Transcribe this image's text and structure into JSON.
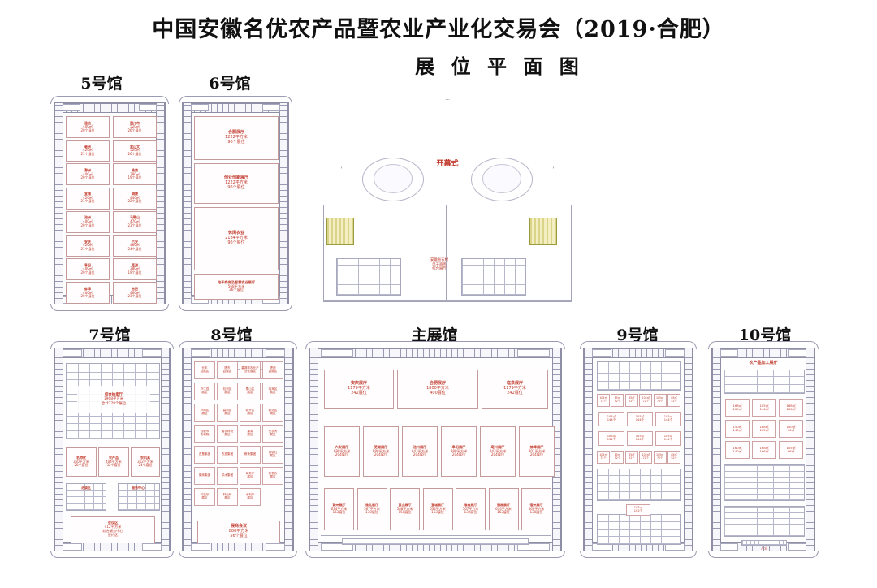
{
  "title": {
    "main": "中国安徽名优农产品暨农业产业化交易会（2019·合肥）",
    "sub": "展 位 平 面 图"
  },
  "colors": {
    "red": "#c0392b",
    "line": "#a9a9bd",
    "roomBorder": "#c49a9a",
    "yellow": "#d9d48a",
    "ink": "#111111"
  },
  "halls": {
    "h5": {
      "caption": "5号馆"
    },
    "h6": {
      "caption": "6号馆"
    },
    "h7": {
      "caption": "7号馆"
    },
    "h8": {
      "caption": "8号馆"
    },
    "main": {
      "caption": "主展馆"
    },
    "h9": {
      "caption": "9号馆"
    },
    "h10": {
      "caption": "10号馆"
    }
  },
  "pavilion": {
    "label": "开幕式"
  },
  "center_note": {
    "lines": "安徽省农村\n电子商务\n综合展厅"
  },
  "hall5_booths": [
    {
      "nm": "淮北",
      "ar": "400㎡",
      "bo": "20个展位"
    },
    {
      "nm": "宿州市",
      "ar": "520㎡",
      "bo": "26个展位"
    },
    {
      "nm": "亳州",
      "ar": "420㎡",
      "bo": "21个展位"
    },
    {
      "nm": "黄山文",
      "ar": "520㎡",
      "bo": "26个展位"
    },
    {
      "nm": "滁州",
      "ar": "400㎡",
      "bo": "20个展位"
    },
    {
      "nm": "淮南",
      "ar": "380㎡",
      "bo": "19个展位"
    },
    {
      "nm": "宣城",
      "ar": "420㎡",
      "bo": "21个展位"
    },
    {
      "nm": "铜陵",
      "ar": "440㎡",
      "bo": "22个展位"
    },
    {
      "nm": "池州",
      "ar": "400㎡",
      "bo": "20个展位"
    },
    {
      "nm": "马鞍山",
      "ar": "470㎡",
      "bo": "23个展位"
    },
    {
      "nm": "安庆",
      "ar": "420㎡",
      "bo": "21个展位"
    },
    {
      "nm": "六安",
      "ar": "480㎡",
      "bo": "24个展位"
    },
    {
      "nm": "阜阳",
      "ar": "400㎡",
      "bo": "20个展位"
    },
    {
      "nm": "芜湖",
      "ar": "380㎡",
      "bo": "19个展位"
    },
    {
      "nm": "蚌埠",
      "ar": "400㎡",
      "bo": "20个展位"
    },
    {
      "nm": "合肥",
      "ar": "460㎡",
      "bo": "23个展位"
    }
  ],
  "hall6_rooms": [
    {
      "nm": "合肥展厅",
      "ar": "1222平方米",
      "bo": "96个展位"
    },
    {
      "nm": "创业创新展厅",
      "ar": "1222平方米",
      "bo": "96个展位"
    },
    {
      "nm": "休闲农业",
      "ar": "2184平方米",
      "bo": "96个展位"
    },
    {
      "nm": "电子商务及智慧农业展厅",
      "ar": "568平方米",
      "bo": "36个展位"
    }
  ],
  "hall7": {
    "top_room": {
      "nm": "综合拍卖厅",
      "ar": "1968平方米",
      "bo": "合计278个展位"
    },
    "mid_rooms": [
      {
        "nm": "名特优",
        "ar": "360平方米",
        "bo": "28个展位"
      },
      {
        "nm": "农产品",
        "ar": "404平方米",
        "bo": "32个展位"
      },
      {
        "nm": "农机具",
        "ar": "312平方米",
        "bo": "24个展位"
      }
    ],
    "low_rooms": [
      {
        "nm": "洽谈区"
      },
      {
        "nm": "服务中心"
      }
    ],
    "bottom_room": {
      "nm": "会议区",
      "ar": "412平方米",
      "bo": "综合服务中心\n签约区"
    }
  },
  "hall8": {
    "bottom_room": {
      "nm": "展商会议",
      "ar": "888平方米",
      "bo": "56个展位"
    },
    "booths": [
      "长丰\n县展区",
      "肥东\n县展区",
      "巢湖市农业产业化展区",
      "肥西\n县展区",
      "庐江县\n展区",
      "包河区\n展区",
      "蜀山区\n展区",
      "瑶海区\n展区",
      "庐阳区\n展区",
      "高新区\n展区",
      "经开区\n展区",
      "新站区\n展区",
      "合肥市\n农科院",
      "省农科院\n展区",
      "巢湖\n展区",
      "安农大\n展区",
      "农垦集团",
      "农投集团",
      "粮食集团",
      "供销社\n展区",
      "徽商集团",
      "供水集团",
      "商务厅\n展区",
      "扶贫办\n展区",
      "科技厅\n展区",
      "林业局\n展区",
      "水利厅\n展区"
    ]
  },
  "main_hall": {
    "row_top": [
      {
        "nm": "安庆展厅",
        "ar": "1179平方米",
        "bo": "242展位"
      },
      {
        "nm": "合肥展厅",
        "ar": "1800平方米",
        "bo": "400展位"
      },
      {
        "nm": "临泉展厅",
        "ar": "1179平方米",
        "bo": "242展位"
      }
    ],
    "row_mid": [
      {
        "nm": "六安展厅",
        "ar": "888平方米",
        "bo": "204展位"
      },
      {
        "nm": "芜湖展厅",
        "ar": "888平方米",
        "bo": "204展位"
      },
      {
        "nm": "池州展厅",
        "ar": "843平方米",
        "bo": "204展位"
      },
      {
        "nm": "阜阳展厅",
        "ar": "888平方米",
        "bo": "204展位"
      },
      {
        "nm": "亳州展厅",
        "ar": "843平方米",
        "bo": "204展位"
      },
      {
        "nm": "蚌埠展厅",
        "ar": "801平方米",
        "bo": "204展位"
      }
    ],
    "row_bot": [
      {
        "nm": "滁州展厅",
        "ar": "634平方米",
        "bo": "163展位"
      },
      {
        "nm": "淮北展厅",
        "ar": "567平方米",
        "bo": "130展位"
      },
      {
        "nm": "黄山展厅",
        "ar": "588平方米",
        "bo": "150展位"
      },
      {
        "nm": "宣城展厅",
        "ar": "634平方米",
        "bo": "163展位"
      },
      {
        "nm": "淮南展厅",
        "ar": "567平方米",
        "bo": "132展位"
      },
      {
        "nm": "铜陵展厅",
        "ar": "634平方米",
        "bo": "163展位"
      },
      {
        "nm": "宿州展厅",
        "ar": "560平方米",
        "bo": "130展位"
      }
    ]
  },
  "hall9": {
    "rows": [
      [
        "105㎡\n72个",
        "85㎡\n52个",
        "85㎡\n52个",
        "105㎡\n72个",
        "105㎡\n72个",
        "85㎡\n52个"
      ],
      [
        "105㎡\n144个",
        "105㎡\n144个",
        "105㎡\n144个"
      ],
      [
        "105㎡\n132个",
        "105㎡\n144个",
        "105㎡\n144个"
      ],
      [
        "105㎡\n72个",
        "85㎡\n52个",
        "85㎡\n52个",
        "105㎡\n72个",
        "105㎡\n72个",
        "85㎡\n52个"
      ]
    ],
    "note": "105㎡\n102个"
  },
  "hall10": {
    "header": "农产品加工展厅",
    "rows": [
      [
        "168㎡\n105㎡",
        "105㎡\n146㎡",
        "168㎡\n166㎡"
      ],
      [
        "150㎡\n140㎡",
        "168㎡\n105㎡",
        "150㎡\n96㎡"
      ],
      [
        "160㎡\n140㎡",
        "168㎡\n166㎡",
        "105㎡\n96㎡"
      ]
    ],
    "footer": "大会"
  }
}
